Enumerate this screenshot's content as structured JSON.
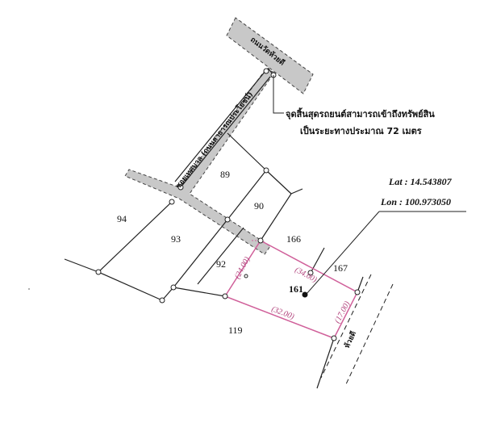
{
  "roads": {
    "top_road": "ถนนวัดห้วยดี",
    "diagonal_road": "ซอยเทศบาล (ถนนสาธารณประโยชน์)",
    "right_road": "ห้วยดี"
  },
  "annotation": {
    "line1": "จุดสิ้นสุดรถยนต์สามารถเข้าถึงทรัพย์สิน",
    "line2": "เป็นระยะทางประมาณ 72 เมตร"
  },
  "coordinates": {
    "lat": "Lat : 14.543807",
    "lon": "Lon : 100.973050"
  },
  "parcels": {
    "p94": "94",
    "p93": "93",
    "p89": "89",
    "p90": "90",
    "p92": "92",
    "p166": "166",
    "p167": "167",
    "p161": "161",
    "p119": "119"
  },
  "dimensions": {
    "left": "(24.00)",
    "top": "(34.00)",
    "bottom": "(32.00)",
    "right": "(17.00)"
  },
  "colors": {
    "subject_boundary": "#d0609a",
    "road_fill": "#c8c8c8",
    "line": "#222222"
  }
}
